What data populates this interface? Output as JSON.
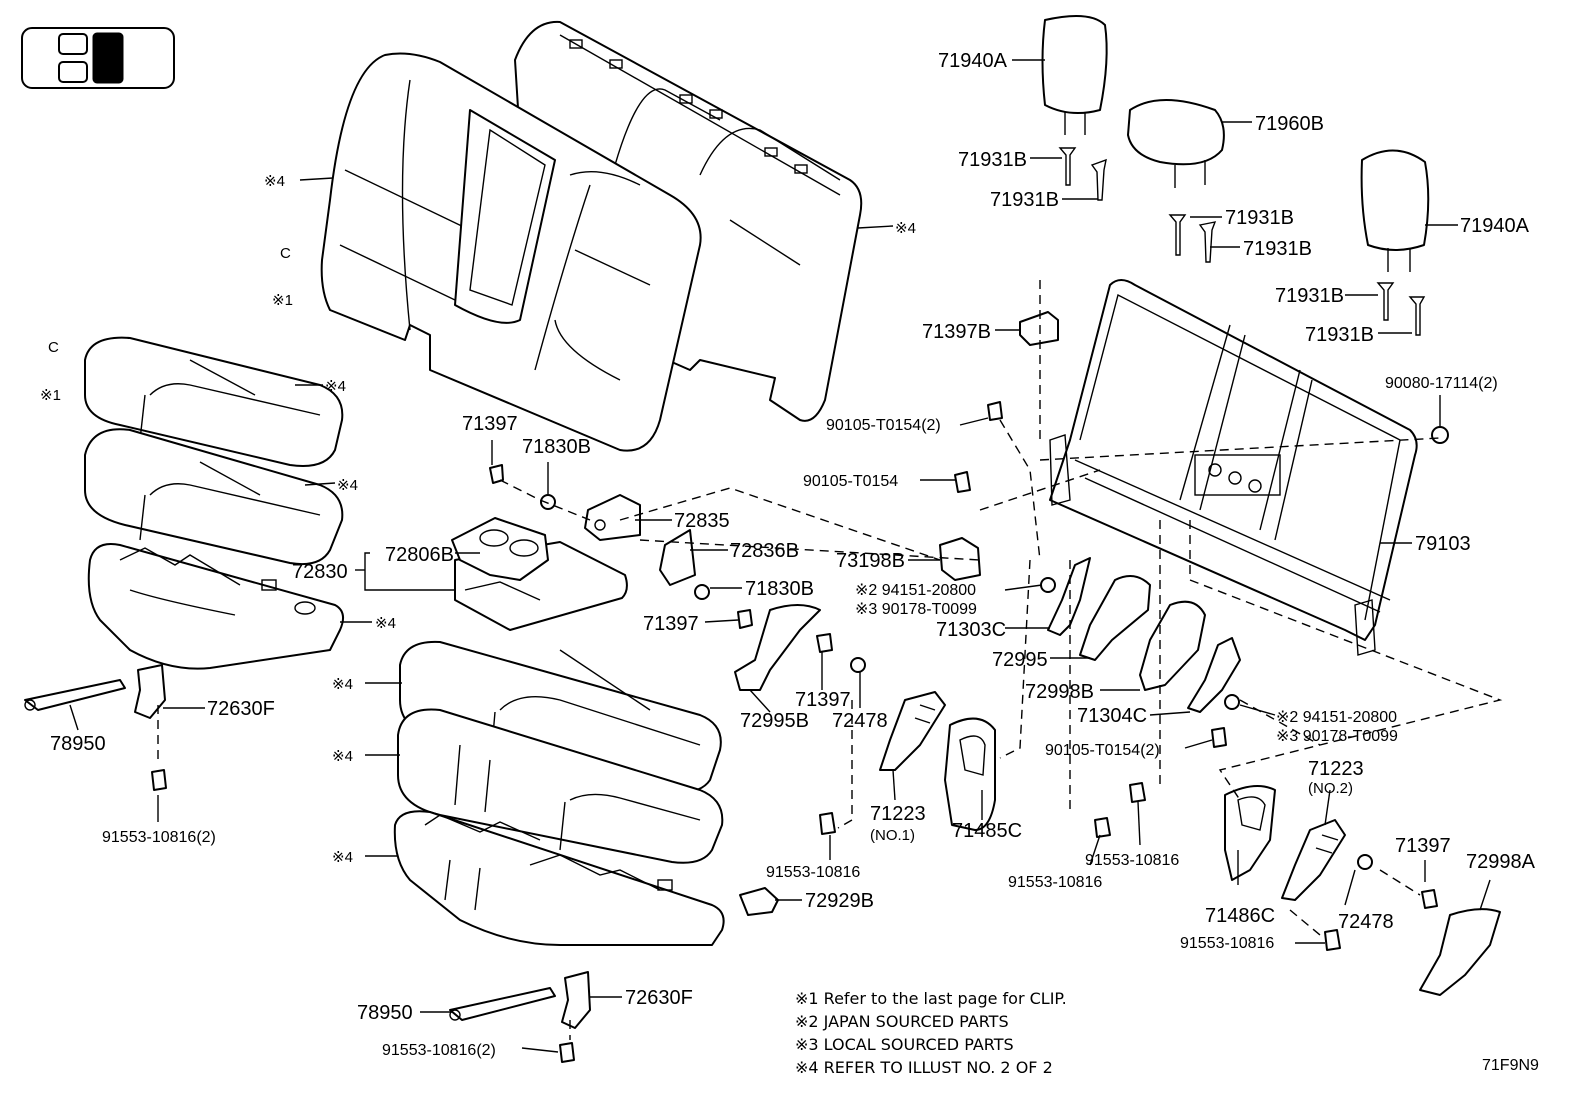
{
  "labels": {
    "p71940A_top": "71940A",
    "p71960B": "71960B",
    "p71931B_1": "71931B",
    "p71931B_2": "71931B",
    "p71931B_3": "71931B",
    "p71931B_4": "71931B",
    "p71940A_right": "71940A",
    "p71931B_5": "71931B",
    "p71931B_6": "71931B",
    "p71397B": "71397B",
    "p90080": "90080-17114(2)",
    "p90105_a": "90105-T0154(2)",
    "p90105_b": "90105-T0154",
    "p79103": "79103",
    "p73198B": "73198B",
    "p94151_a": "※2 94151-20800",
    "p90178_a": "※3 90178-T0099",
    "p71303C": "71303C",
    "p72995": "72995",
    "p72998B": "72998B",
    "p71304C": "71304C",
    "p94151_b": "※2 94151-20800",
    "p90178_b": "※3 90178-T0099",
    "p90105_c": "90105-T0154(2)",
    "p71223_r": "71223",
    "p71223_r_sub": "(NO.2)",
    "p71485C": "71485C",
    "p91553_a": "91553-10816",
    "p91553_b": "91553-10816",
    "p71397_r": "71397",
    "p72998A": "72998A",
    "p71486C": "71486C",
    "p72478_r": "72478",
    "p91553_c": "91553-10816",
    "p71397_a": "71397",
    "p71830B_a": "71830B",
    "p72835": "72835",
    "p72836B": "72836B",
    "p71830B_b": "71830B",
    "p71397_b": "71397",
    "p72806B": "72806B",
    "p72830": "72830",
    "p71397_c": "71397",
    "p72478_c": "72478",
    "p72995B": "72995B",
    "p71223_c": "71223",
    "p71223_c_sub": "(NO.1)",
    "p91553_d": "91553-10816",
    "p72929B": "72929B",
    "p72630F_a": "72630F",
    "p78950_a": "78950",
    "p91553_e": "91553-10816(2)",
    "p78950_b": "78950",
    "p72630F_b": "72630F",
    "p91553_f": "91553-10816(2)",
    "star4_a": "※4",
    "star4_b": "※4",
    "star1_a": "※1",
    "star1_b": "※1",
    "star4_c": "※4",
    "star4_d": "※4",
    "star4_e": "※4",
    "star4_f": "※4",
    "star4_g": "※4",
    "star4_h": "※4",
    "clip_a": "C",
    "clip_b": "C"
  },
  "notes": [
    "※1  Refer to the last page for CLIP.",
    "※2 JAPAN SOURCED PARTS",
    "※3 LOCAL SOURCED PARTS",
    "※4 REFER TO ILLUST NO. 2 OF 2"
  ],
  "illustration_code": "71F9N9"
}
